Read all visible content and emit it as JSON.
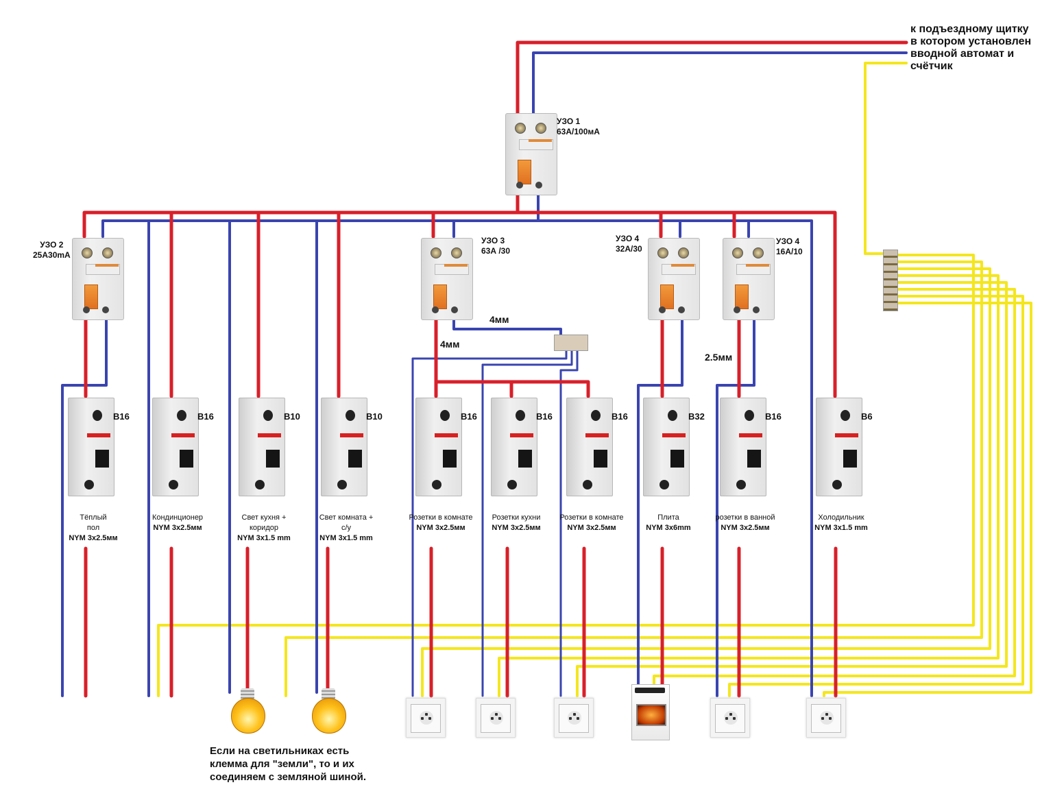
{
  "colors": {
    "phase": "#d8202a",
    "neutral": "#3a44b0",
    "earth": "#f4e61e"
  },
  "supply_note": [
    "к подъездному щитку",
    "в котором установлен",
    "вводной автомат и",
    "счётчик"
  ],
  "rcds": [
    {
      "id": "uzo1",
      "name": "УЗО 1",
      "rating": "63А/100мА"
    },
    {
      "id": "uzo2",
      "name": "УЗО 2",
      "rating": "25А30mA"
    },
    {
      "id": "uzo3",
      "name": "УЗО 3",
      "rating": "63А /30"
    },
    {
      "id": "uzo4a",
      "name": "УЗО 4",
      "rating": "32А/30"
    },
    {
      "id": "uzo4b",
      "name": "УЗО 4",
      "rating": "16А/10"
    }
  ],
  "wire_sizes": {
    "uzo3_neutral": "4мм",
    "uzo3_phase": "4мм",
    "uzo4b": "2.5мм"
  },
  "breakers": [
    {
      "rating": "B16",
      "circuit": [
        "Тёплый",
        "пол"
      ],
      "cable": "NYM 3x2.5мм"
    },
    {
      "rating": "B16",
      "circuit": [
        "Кондинционер"
      ],
      "cable": "NYM 3x2.5мм"
    },
    {
      "rating": "B10",
      "circuit": [
        "Свет кухня +",
        "коридор"
      ],
      "cable": "NYM 3x1.5 mm"
    },
    {
      "rating": "B10",
      "circuit": [
        "Свет комната +",
        "с/у"
      ],
      "cable": "NYM 3x1.5 mm"
    },
    {
      "rating": "B16",
      "circuit": [
        "Розетки в комнате"
      ],
      "cable": "NYM 3x2.5мм"
    },
    {
      "rating": "B16",
      "circuit": [
        "Розетки кухни"
      ],
      "cable": "NYM 3x2.5мм"
    },
    {
      "rating": "B16",
      "circuit": [
        "Розетки в комнате"
      ],
      "cable": "NYM 3x2.5мм"
    },
    {
      "rating": "B32",
      "circuit": [
        "Плита"
      ],
      "cable": "NYM 3x6mm"
    },
    {
      "rating": "B16",
      "circuit": [
        "розетки в ванной"
      ],
      "cable": "NYM 3x2.5мм"
    },
    {
      "rating": "B6",
      "circuit": [
        "Холодильник"
      ],
      "cable": "NYM 3x1.5 mm"
    }
  ],
  "loads": [
    "bulb",
    "bulb",
    "outlet",
    "outlet",
    "outlet",
    "stove",
    "outlet",
    "outlet"
  ],
  "footnote": [
    "Если на светильниках есть",
    "клемма для \"земли\", то и их",
    "соединяем с земляной шиной."
  ]
}
